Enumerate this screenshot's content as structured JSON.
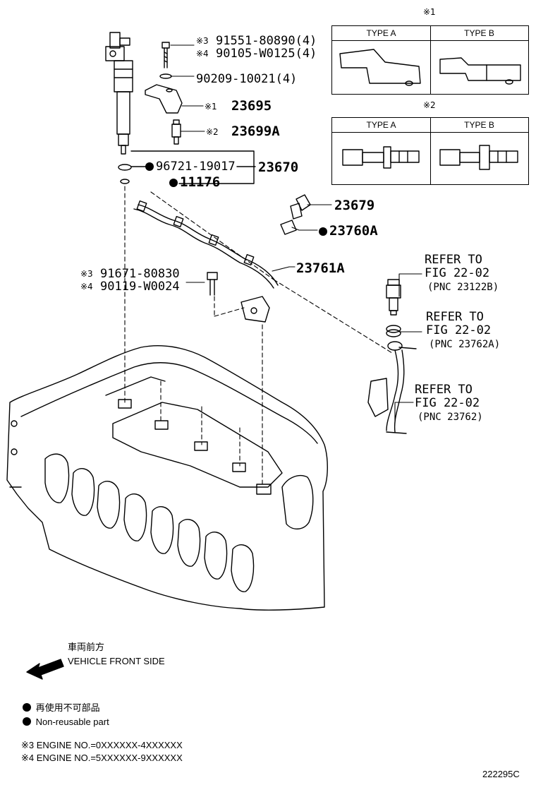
{
  "marks": {
    "m1": "※1",
    "m2": "※2",
    "m3": "※3",
    "m4": "※4"
  },
  "type_tables": {
    "t1": {
      "mark": "※1",
      "type_a": "TYPE A",
      "type_b": "TYPE B"
    },
    "t2": {
      "mark": "※2",
      "type_a": "TYPE A",
      "type_b": "TYPE B"
    }
  },
  "parts": {
    "p91551": "91551-80890(4)",
    "p90105": "90105-W0125(4)",
    "p90209": "90209-10021(4)",
    "p23695": "23695",
    "p23699A": "23699A",
    "p96721": "96721-19017",
    "p23670": "23670",
    "p11176": "11176",
    "p23679": "23679",
    "p23760A": "23760A",
    "p23761A": "23761A",
    "p91671": "91671-80830",
    "p90119": "90119-W0024"
  },
  "refs": [
    {
      "line1": "REFER TO",
      "line2": "FIG 22-02",
      "line3": "(PNC 23122B)"
    },
    {
      "line1": "REFER TO",
      "line2": "FIG 22-02",
      "line3": "(PNC 23762A)"
    },
    {
      "line1": "REFER TO",
      "line2": "FIG 22-02",
      "line3": "(PNC 23762)"
    }
  ],
  "front": {
    "jp": "車両前方",
    "en": "VEHICLE FRONT SIDE"
  },
  "legend": {
    "jp": "再使用不可部品",
    "en": "Non-reusable part"
  },
  "engine_notes": {
    "n3_mark": "※3",
    "n3_text": "ENGINE NO.=0XXXXXX-4XXXXXX",
    "n4_mark": "※4",
    "n4_text": "ENGINE NO.=5XXXXXX-9XXXXXX"
  },
  "diagram_id": "222295C"
}
